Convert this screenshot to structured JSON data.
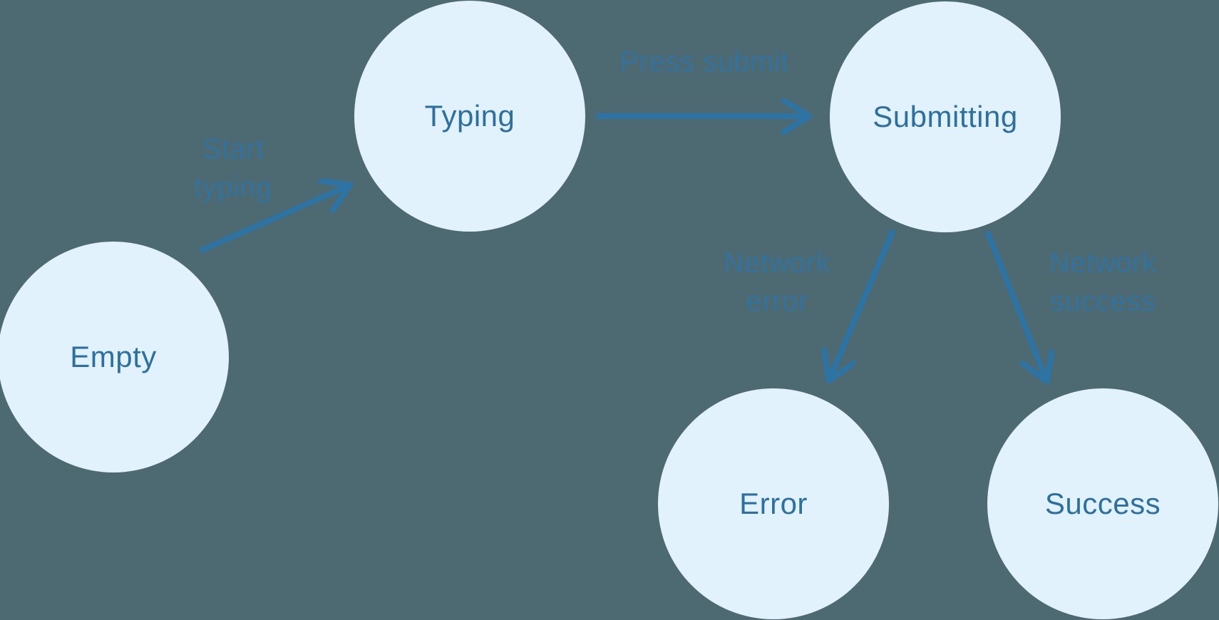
{
  "diagram": {
    "type": "state-machine",
    "colors": {
      "background": "#4d6971",
      "node_fill": "#e2f2fc",
      "node_text": "#2d709f",
      "arrow": "#2d73a3",
      "edge_label_text": "#3174a5"
    },
    "nodes": [
      {
        "id": "empty",
        "label": "Empty"
      },
      {
        "id": "typing",
        "label": "Typing"
      },
      {
        "id": "submitting",
        "label": "Submitting"
      },
      {
        "id": "error",
        "label": "Error"
      },
      {
        "id": "success",
        "label": "Success"
      }
    ],
    "edges": [
      {
        "from": "empty",
        "to": "typing",
        "label": "Start typing",
        "label_lines": [
          "Start",
          "typing"
        ]
      },
      {
        "from": "typing",
        "to": "submitting",
        "label": "Press submit",
        "label_lines": [
          "Press submit"
        ]
      },
      {
        "from": "submitting",
        "to": "error",
        "label": "Network error",
        "label_lines": [
          "Network",
          "error"
        ]
      },
      {
        "from": "submitting",
        "to": "success",
        "label": "Network success",
        "label_lines": [
          "Network",
          "success"
        ]
      }
    ]
  }
}
